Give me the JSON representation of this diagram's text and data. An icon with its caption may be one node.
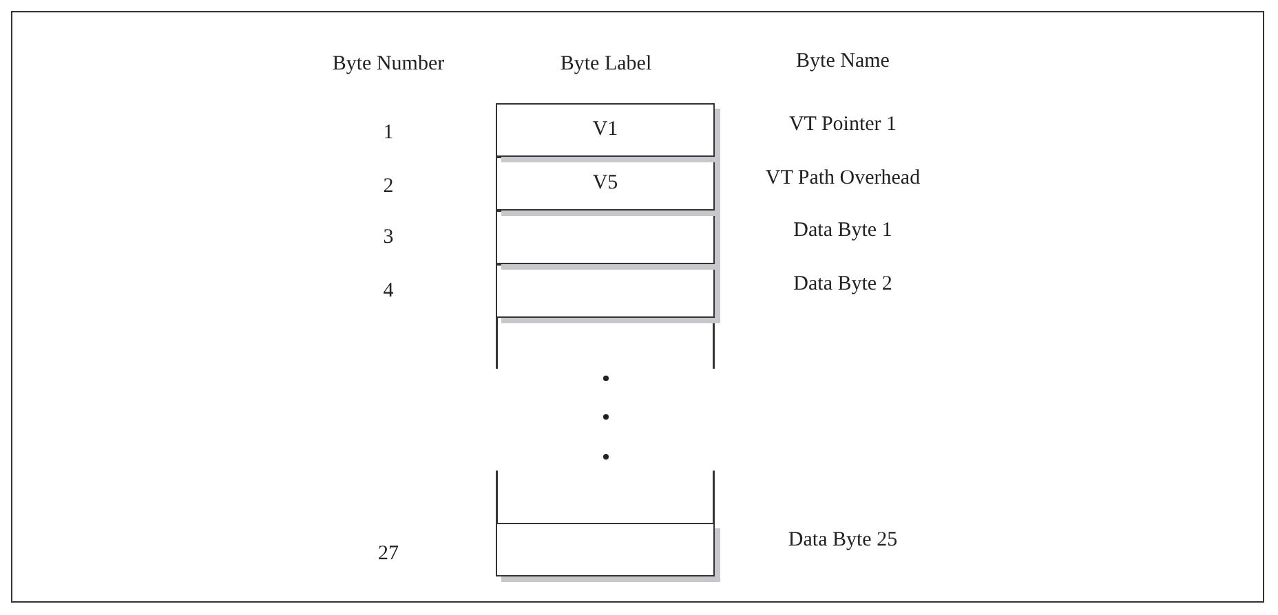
{
  "diagram": {
    "nodes": [
      {
        "text": [
          "V1"
        ]
      },
      {
        "text": [
          "V5"
        ]
      },
      {
        "text": [],
        "shape": "box"
      },
      {
        "text": [],
        "shape": "box"
      },
      {
        "text": [],
        "shape": "box"
      }
    ],
    "labels": [
      "Byte Number",
      "Byte Label",
      "Byte Name",
      "1",
      "VT Pointer 1",
      "2",
      "VT Path Overhead",
      "3",
      "Data Byte 1",
      "4",
      "Data Byte 2",
      "27",
      "Data Byte 25"
    ]
  }
}
